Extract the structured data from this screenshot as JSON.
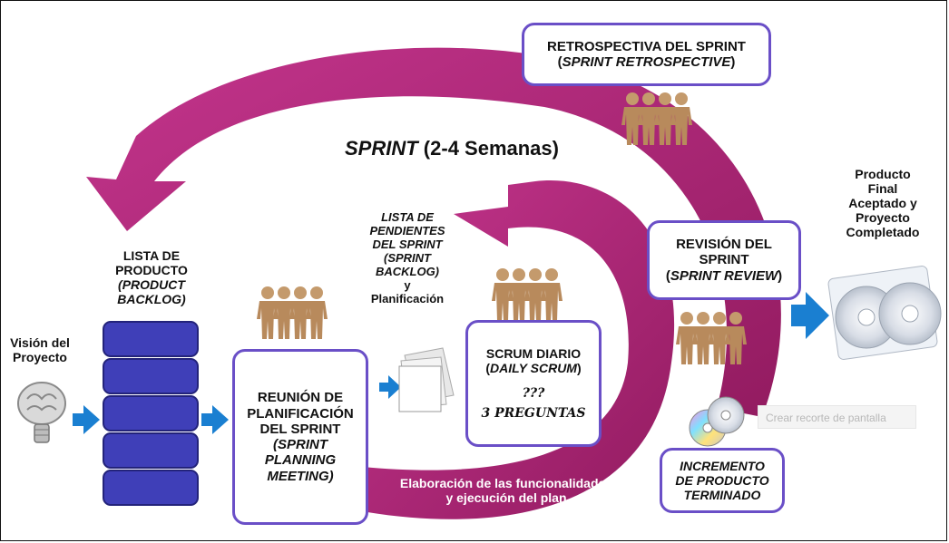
{
  "vision": "Visión del Proyecto",
  "backlog": {
    "line1": "LISTA DE",
    "line2": "PRODUCTO",
    "line3": "(PRODUCT",
    "line4": "BACKLOG)"
  },
  "planning": {
    "line1": "REUNIÓN DE",
    "line2": "PLANIFICACIÓN",
    "line3": "DEL SPRINT",
    "line4": "(SPRINT",
    "line5": "PLANNING",
    "line6": "MEETING)"
  },
  "sprint_title": {
    "italic": "SPRINT",
    "rest": " (2-4 Semanas)"
  },
  "sprint_backlog": {
    "line1": "LISTA DE",
    "line2": "PENDIENTES",
    "line3": "DEL SPRINT",
    "line4": "(SPRINT",
    "line5": "BACKLOG)",
    "line6": "y",
    "line7": "Planificación"
  },
  "daily": {
    "line1": "SCRUM DIARIO",
    "line2_open": "(",
    "line2_italic": "DAILY SCRUM",
    "line2_close": ")",
    "q": "???",
    "preg": "3 PREGUNTAS"
  },
  "elaboration": {
    "line1": "Elaboración de las funcionalidades",
    "line2": "y ejecución del plan"
  },
  "retro": {
    "line1": "RETROSPECTIVA DEL SPRINT",
    "line2_open": "(",
    "line2_italic": "SPRINT RETROSPECTIVE",
    "line2_close": ")"
  },
  "review": {
    "line1": "REVISIÓN DEL",
    "line2": "SPRINT",
    "line3_open": "(",
    "line3_italic": "SPRINT REVIEW",
    "line3_close": ")"
  },
  "increment": {
    "line1": "INCREMENTO",
    "line2": "DE PRODUCTO",
    "line3": "TERMINADO"
  },
  "final": {
    "line1": "Producto",
    "line2": "Final",
    "line3": "Aceptado y",
    "line4": "Proyecto",
    "line5": "Completado"
  },
  "screenshot_hint": "Crear recorte de pantalla",
  "colors": {
    "arrow": "#a8146a",
    "box_border": "#6a4fc7",
    "backlog_fill": "#3f3fb8",
    "blue_arrow": "#1a7fd1",
    "people": "#c49a6c"
  }
}
